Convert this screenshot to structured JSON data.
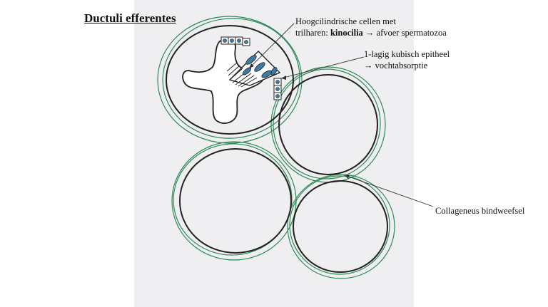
{
  "title": "Ductuli efferentes",
  "labels": {
    "cilia_line1": "Hoogcilindrische cellen met",
    "cilia_line2_prefix": "trilharen: ",
    "cilia_line2_bold": "kinocilia",
    "cilia_line2_suffix": " → afvoer spermatozoa",
    "cuboidal_line1": "1-lagig kubisch epitheel",
    "cuboidal_line2": "→ vochtabsorptie",
    "connective": "Collageneus bindweefsel"
  },
  "colors": {
    "canvas": "#efeef0",
    "connective_tissue": "#2e8b57",
    "outline": "#222222",
    "nuclei": "#3a7ca5"
  }
}
